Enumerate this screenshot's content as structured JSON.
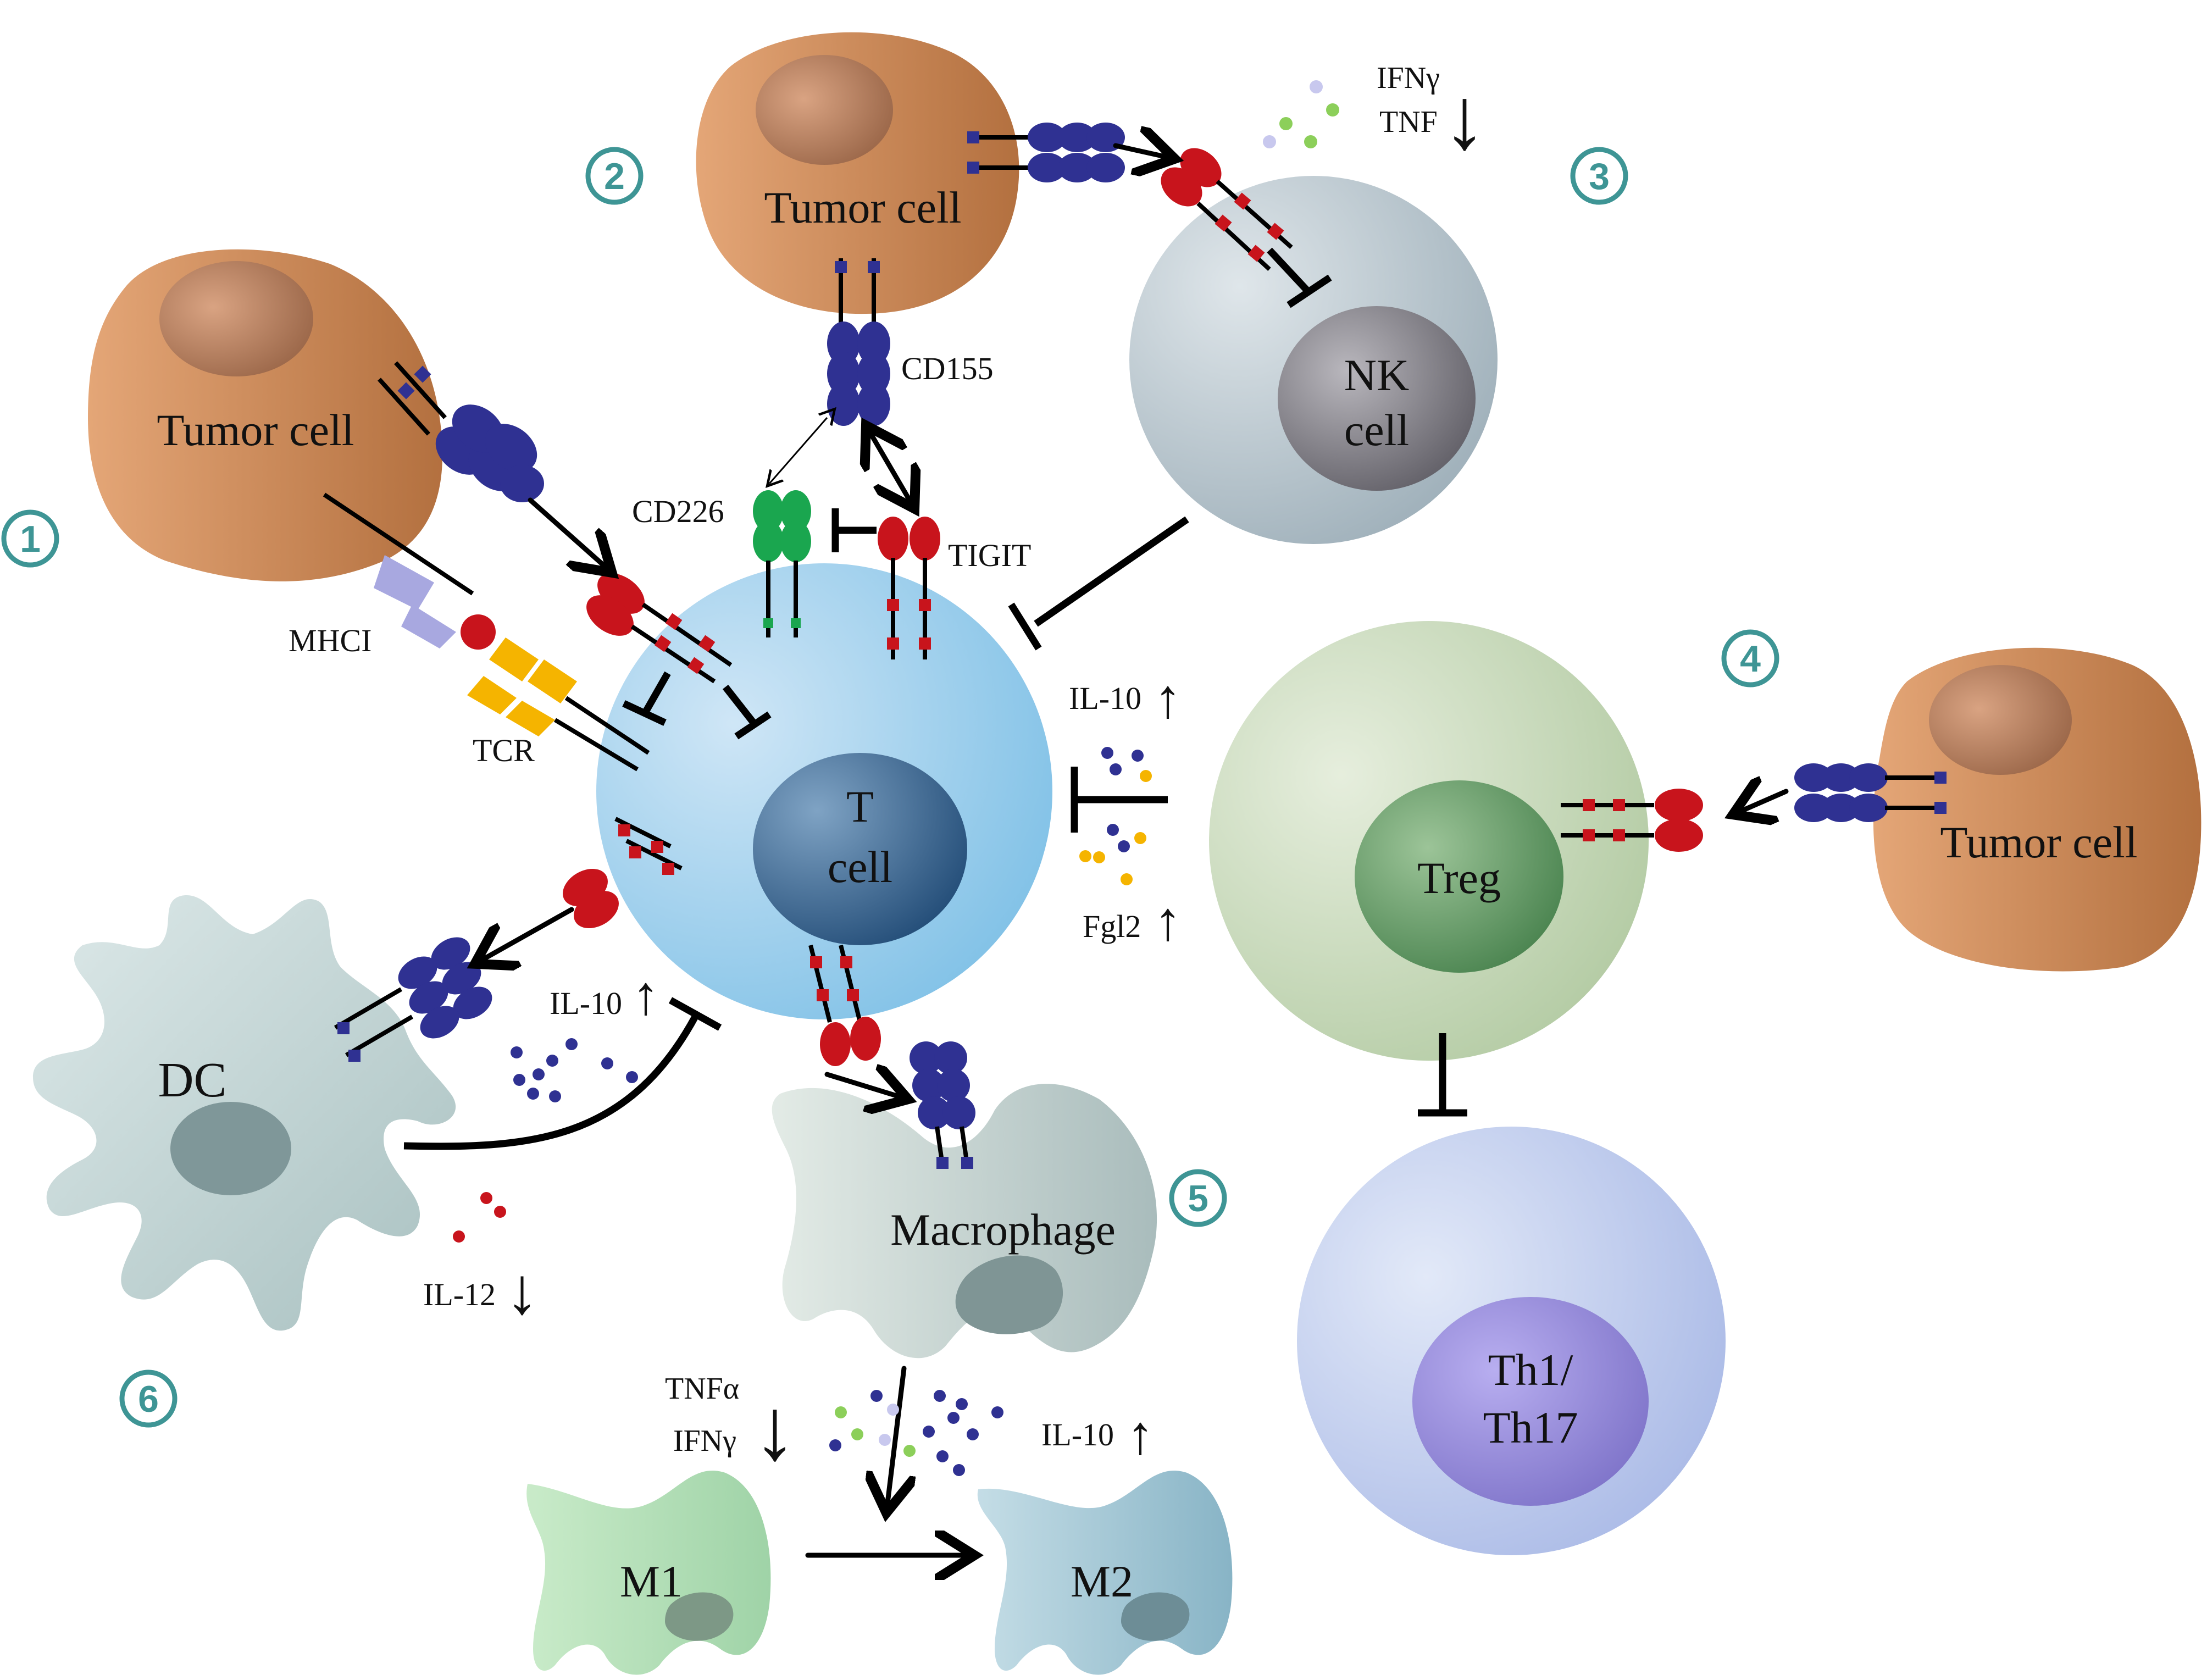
{
  "colors": {
    "tumor": "#c98a5e",
    "t_cell": "#8cc8ea",
    "nk_cell": "#b4c3cc",
    "treg": "#c4d8b4",
    "th": "#b8c8ec",
    "dc": "#b7cccc",
    "macrophage": "#c8d6d0",
    "m1": "#b8e0bc",
    "m2": "#a8cad8",
    "cd155": "#2f3192",
    "tigit": "#c8141c",
    "cd226": "#1aa64f",
    "tcr": "#f5b400",
    "mhc": "#a8a8e0",
    "number_badge": "#3e9595"
  },
  "sections": [
    "1",
    "2",
    "3",
    "4",
    "5",
    "6"
  ],
  "cells": {
    "tumor_1": "Tumor cell",
    "tumor_2": "Tumor cell",
    "tumor_4": "Tumor cell",
    "nk_line1": "NK",
    "nk_line2": "cell",
    "t_line1": "T",
    "t_line2": "cell",
    "treg": "Treg",
    "th_line1": "Th1/",
    "th_line2": "Th17",
    "dc": "DC",
    "macrophage": "Macrophage",
    "m1": "M1",
    "m2": "M2"
  },
  "molecules": {
    "cd155": "CD155",
    "cd226": "CD226",
    "tigit": "TIGIT",
    "mhci": "MHCI",
    "tcr": "TCR"
  },
  "cytokines": {
    "nk_ifng": "IFNγ",
    "nk_tnf": "TNF",
    "treg_il10": "IL-10",
    "treg_fgl2": "Fgl2",
    "dc_il10": "IL-10",
    "dc_il12": "IL-12",
    "mac_tnfa": "TNFα",
    "mac_ifng": "IFNγ",
    "mac_il10": "IL-10"
  },
  "arrows": {
    "up": "↑",
    "down": "↓"
  }
}
